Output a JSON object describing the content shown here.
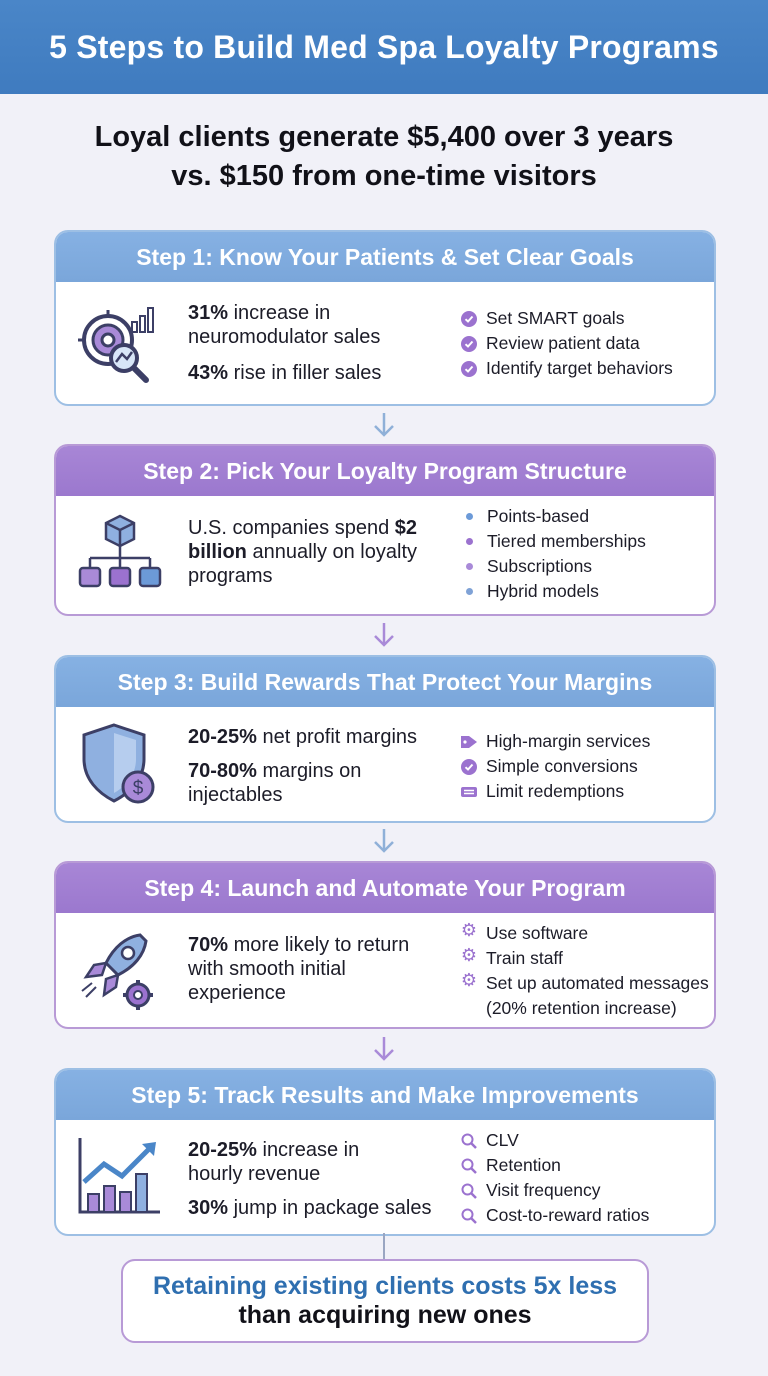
{
  "title": "5 Steps to Build Med Spa Loyalty Programs",
  "subtitle": {
    "line1": "Loyal clients generate $5,400 over 3 years",
    "line2": "vs. $150 from one-time visitors"
  },
  "steps": [
    {
      "title": "Step 1: Know Your Patients & Set Clear Goals",
      "icon": "target-magnifier-icon",
      "stats": [
        {
          "bold": "31%",
          "text": " increase in neuromodulator sales"
        },
        {
          "bold": "43%",
          "text": " rise in filler sales"
        }
      ],
      "bullets": [
        "Set SMART goals",
        "Review patient data",
        "Identify target behaviors"
      ],
      "bullet_icon": "check-circle-icon"
    },
    {
      "title": "Step 2: Pick Your Loyalty Program Structure",
      "icon": "hierarchy-cubes-icon",
      "stats_pre": "U.S. companies spend ",
      "stats_bold": "$2 billion",
      "stats_post": " annually on loyalty programs",
      "bullets": [
        "Points-based",
        "Tiered memberships",
        "Subscriptions",
        "Hybrid models"
      ],
      "bullet_icon": "dot-icon"
    },
    {
      "title": "Step 3: Build Rewards That Protect Your Margins",
      "icon": "shield-dollar-icon",
      "stats": [
        {
          "bold": "20-25%",
          "text": " net profit margins"
        },
        {
          "bold": "70-80%",
          "text": " margins on injectables"
        }
      ],
      "bullets": [
        "High-margin services",
        "Simple conversions",
        "Limit redemptions"
      ],
      "bullet_icons": [
        "tag-icon",
        "check-circle-icon",
        "ticket-icon"
      ]
    },
    {
      "title": "Step 4: Launch and Automate Your Program",
      "icon": "rocket-gear-icon",
      "stats": [
        {
          "bold": "70%",
          "text": " more likely to return with smooth initial experience"
        }
      ],
      "bullets": [
        "Use software",
        "Train staff",
        "Set up automated messages",
        "(20% retention increase)"
      ],
      "bullet_icon": "gear-icon"
    },
    {
      "title": "Step 5: Track Results and Make Improvements",
      "icon": "growth-chart-icon",
      "stats": [
        {
          "bold": "20-25%",
          "text": " increase in hourly revenue"
        },
        {
          "bold": "30%",
          "text": " jump in package sales"
        }
      ],
      "bullets": [
        "CLV",
        "Retention",
        "Visit frequency",
        "Cost-to-reward ratios"
      ],
      "bullet_icon": "magnifier-icon"
    }
  ],
  "footer": {
    "line1": "Retaining existing clients costs 5x less",
    "line2": "than acquiring new ones"
  },
  "colors": {
    "banner": "#3f7bbf",
    "blue_header": "#7aa6da",
    "purple_header": "#9b78ce",
    "bullet_purple": "#9b72cf",
    "footer_accent": "#2f6fb0"
  }
}
